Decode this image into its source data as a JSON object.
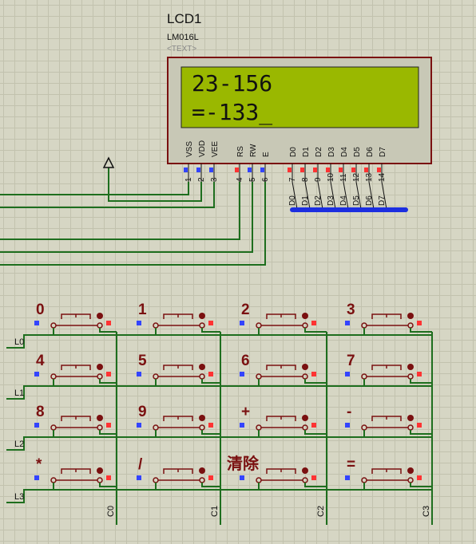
{
  "lcd": {
    "title": "LCD1",
    "model": "LM016L",
    "text_tag": "<TEXT>",
    "line1": "23-156",
    "line2": "=-133_",
    "lcd_color": "#9ab800",
    "pins": [
      {
        "label": "VSS",
        "num": "1"
      },
      {
        "label": "VDD",
        "num": "2"
      },
      {
        "label": "VEE",
        "num": "3"
      },
      {
        "label": "RS",
        "num": "4"
      },
      {
        "label": "RW",
        "num": "5"
      },
      {
        "label": "E",
        "num": "6"
      },
      {
        "label": "D0",
        "num": "7"
      },
      {
        "label": "D1",
        "num": "8"
      },
      {
        "label": "D2",
        "num": "9"
      },
      {
        "label": "D3",
        "num": "10"
      },
      {
        "label": "D4",
        "num": "11"
      },
      {
        "label": "D5",
        "num": "12"
      },
      {
        "label": "D6",
        "num": "13"
      },
      {
        "label": "D7",
        "num": "14"
      }
    ],
    "bus_labels": [
      "D0",
      "D1",
      "D2",
      "D3",
      "D4",
      "D5",
      "D6",
      "D7"
    ]
  },
  "keypad": {
    "rows": [
      {
        "name": "L0",
        "keys": [
          "0",
          "1",
          "2",
          "3"
        ]
      },
      {
        "name": "L1",
        "keys": [
          "4",
          "5",
          "6",
          "7"
        ]
      },
      {
        "name": "L2",
        "keys": [
          "8",
          "9",
          "+",
          "-"
        ]
      },
      {
        "name": "L3",
        "keys": [
          "*",
          "/",
          "清除",
          "="
        ]
      }
    ],
    "columns": [
      "C0",
      "C1",
      "C2",
      "C3"
    ]
  },
  "colors": {
    "wire": "#1e6e1e",
    "component": "#7a1010",
    "bus": "#1c2ee0",
    "pin_blue": "#3344ff",
    "pin_red": "#ff3333"
  }
}
